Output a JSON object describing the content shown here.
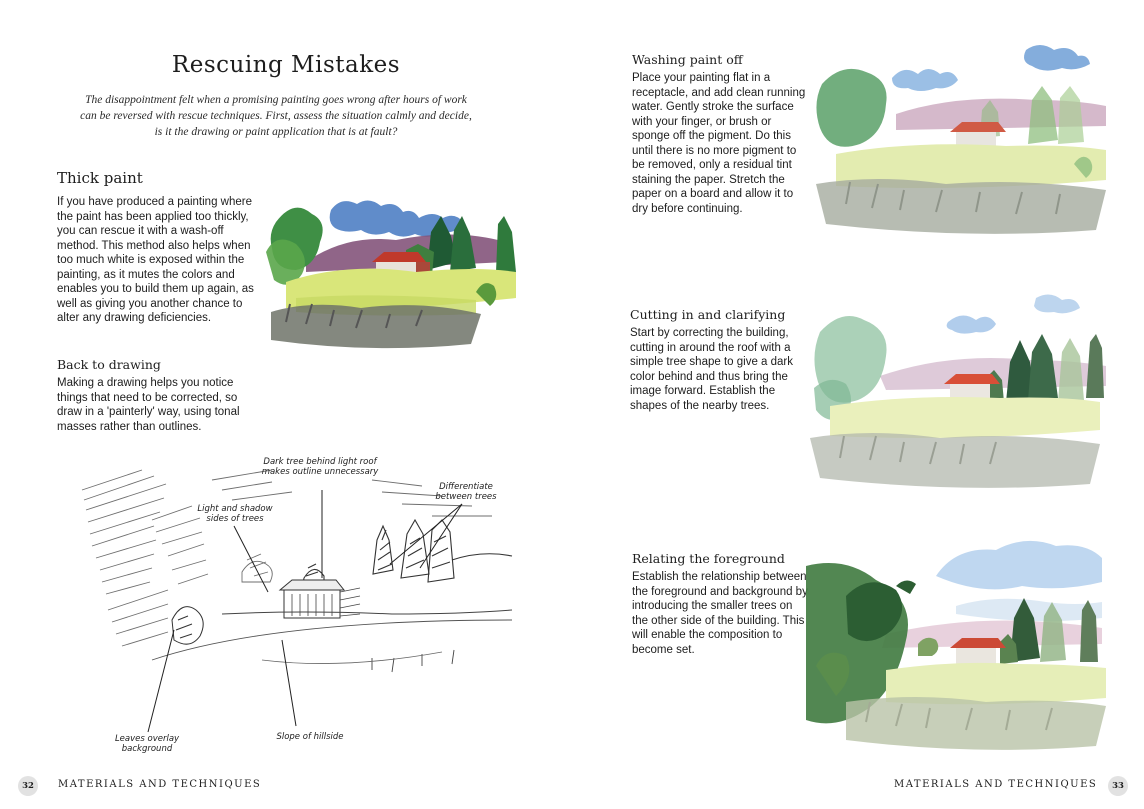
{
  "page": {
    "title": "Rescuing Mistakes",
    "intro": "The disappointment felt when a promising painting goes wrong after hours of work can be reversed with rescue techniques. First, assess the situation calmly and decide, is it the drawing or paint application that is at fault?"
  },
  "thick_paint": {
    "heading": "Thick paint",
    "body": "If you have produced a painting where the paint has been applied too thickly, you can rescue it with a wash-off method. This method also helps when too much white is exposed within the painting, as it mutes the colors and enables you to build them up again, as well as giving you another chance to alter any drawing deficiencies."
  },
  "back_to_drawing": {
    "heading": "Back to drawing",
    "body": "Making a drawing helps you notice things that need to be corrected, so draw in a 'painterly' way, using tonal masses rather than outlines."
  },
  "sketch_annotations": {
    "dark_tree": "Dark tree behind light roof makes outline unnecessary",
    "differentiate": "Differentiate between trees",
    "light_shadow": "Light and shadow sides of trees",
    "leaves": "Leaves overlay background",
    "slope": "Slope of hillside"
  },
  "washing": {
    "heading": "Washing paint off",
    "body": "Place your painting flat in a receptacle, and add clean running water. Gently stroke the surface with your finger, or brush or sponge off the pigment. Do this until there is no more pigment to be removed, only a residual tint staining the paper. Stretch the paper on a board and allow it to dry before continuing."
  },
  "cutting": {
    "heading": "Cutting in and clarifying",
    "body": "Start by correcting the building, cutting in around the roof with a simple tree shape to give a dark color behind and thus bring the image forward. Establish the shapes of the nearby trees."
  },
  "relating": {
    "heading": "Relating the foreground",
    "body": "Establish the relationship between the foreground and background by introducing the smaller trees on the other side of the building. This will enable the composition to become set."
  },
  "footer": {
    "left_page_number": "32",
    "left_label": "MATERIALS AND TECHNIQUES",
    "right_label": "MATERIALS AND TECHNIQUES",
    "right_page_number": "33"
  },
  "colors": {
    "sky_blue": "#4f7fc4",
    "tree_green": "#2f7a3c",
    "roof_red": "#c0392b",
    "field_yellow": "#d9e67a",
    "hill_purple": "#7c4a73"
  }
}
